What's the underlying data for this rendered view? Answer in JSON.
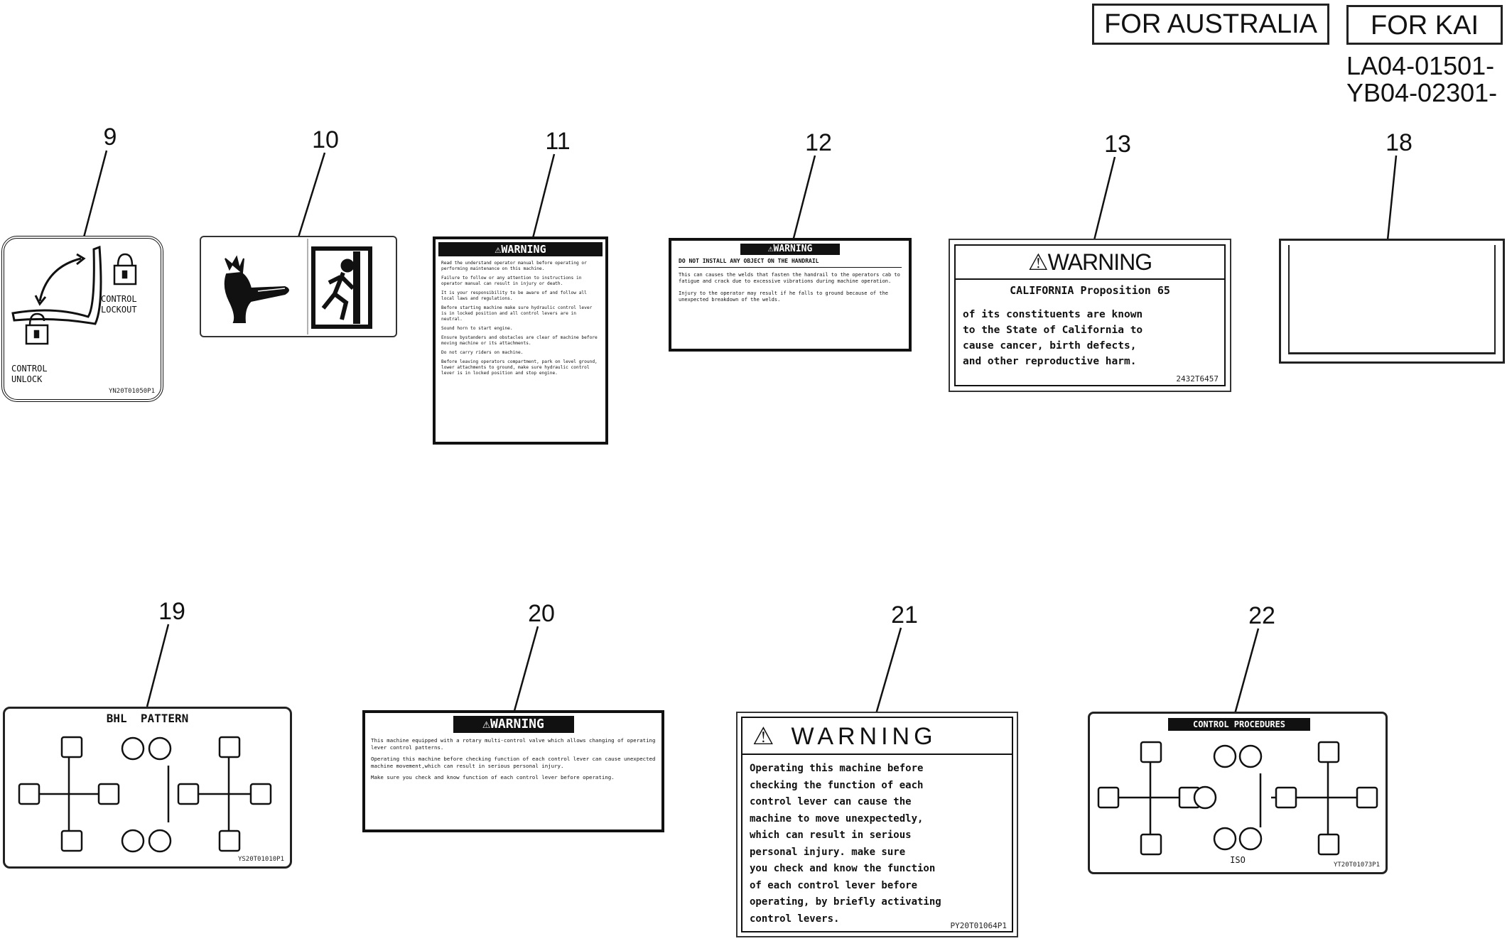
{
  "header": {
    "region_australia": "FOR AUSTRALIA",
    "region_kai": "FOR KAI",
    "serial_1": "LA04-01501-",
    "serial_2": "YB04-02301-"
  },
  "callouts": [
    "9",
    "10",
    "11",
    "12",
    "13",
    "18",
    "19",
    "20",
    "21",
    "22"
  ],
  "decal_9": {
    "lockout": "CONTROL\nLOCKOUT",
    "unlock": "CONTROL\nUNLOCK",
    "code": "YN20T01050P1"
  },
  "decal_11": {
    "banner": "WARNING",
    "paragraphs": [
      "Read the understand operator manual before operating or performing maintenance on this machine.",
      "Failure to follow or any attention to instructions in operator manual can result in injury or death.",
      "It is your responsibility to be aware of and follow all local laws and regulations.",
      "Before starting machine make sure hydraulic control lever is in locked position and all control levers are in neutral.",
      "Sound horn to start engine.",
      "Ensure bystanders and obstacles are clear of machine before moving machine or its attachments.",
      "Do not carry riders on machine.",
      "Before leaving operators compartment, park on level ground, lower attachments to ground, make sure hydraulic control lever is in locked position and stop engine."
    ]
  },
  "decal_12": {
    "banner": "WARNING",
    "heading": "DO NOT INSTALL ANY OBJECT ON THE HANDRAIL",
    "paragraphs": [
      "This can causes the welds that fasten the handrail to the operators cab to fatigue and crack due to excessive vibrations during machine operation.",
      "Injury to the operator may result if he falls to ground because of the unexpected breakdown of the welds."
    ]
  },
  "decal_13": {
    "title": "WARNING",
    "subtitle": "CALIFORNIA Proposition 65",
    "lines": [
      "of its constituents are known",
      "to the State of California to",
      "cause cancer, birth defects,",
      "and other reproductive harm."
    ],
    "code": "2432T6457"
  },
  "decal_19": {
    "title": "BHL  PATTERN",
    "code": "YS20T01010P1"
  },
  "decal_20": {
    "banner": "WARNING",
    "paragraphs": [
      "This machine equipped with a rotary multi-control valve which allows changing of operating lever control patterns.",
      "Operating this machine before checking function of each control lever can cause unexpected machine movement,which can result in serious personal injury.",
      "Make sure you check and know function of each control lever before operating."
    ]
  },
  "decal_21": {
    "title": "WARNING",
    "lines": [
      "Operating this machine before",
      "checking the function of each",
      "control lever can cause the",
      "machine to move unexpectedly,",
      "which can result in serious",
      "personal injury. make sure",
      "you check and know the function",
      "of each control lever before",
      "operating, by briefly activating",
      "control levers."
    ],
    "code": "PY20T01064P1"
  },
  "decal_22": {
    "title": "CONTROL PROCEDURES",
    "iso": "ISO",
    "code": "YT20T01073P1"
  }
}
